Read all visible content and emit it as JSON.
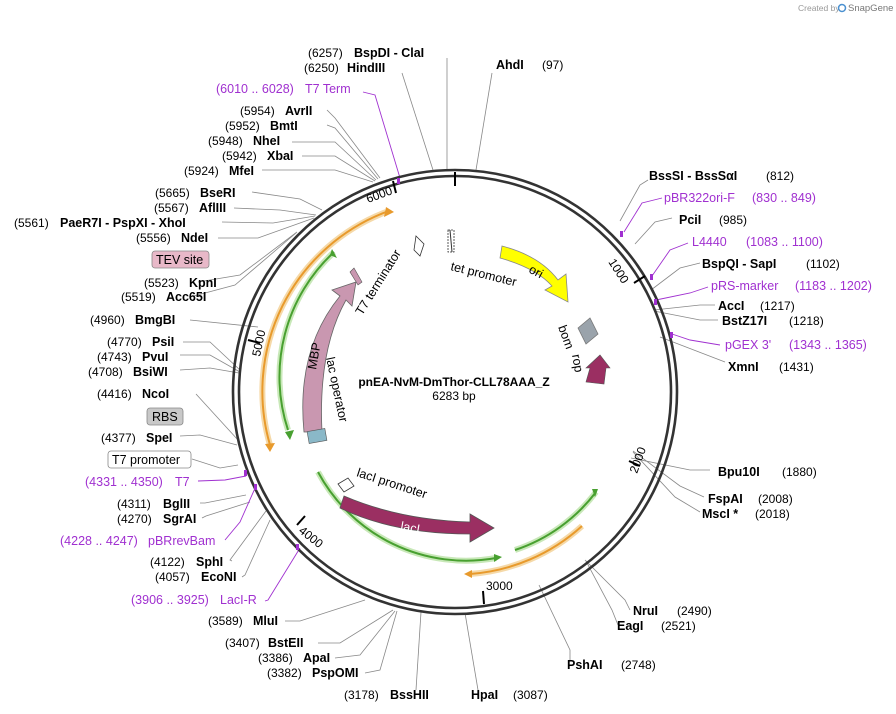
{
  "watermark": {
    "prefix": "Created by",
    "brand": "SnapGene"
  },
  "plasmid": {
    "name": "pnEA-NvM-DmThor-CLL78AAA_Z",
    "length": "6283 bp"
  },
  "ticks": [
    "1000",
    "2000",
    "3000",
    "4000",
    "5000",
    "6000"
  ],
  "features": {
    "ori": "ori",
    "lacI": "lacI",
    "MBP": "MBP",
    "tet_promoter": "tet promoter",
    "T7_terminator": "T7 terminator",
    "lac_operator": "lac operator",
    "bom": "bom",
    "rop": "rop",
    "lacI_promoter": "lacI promoter"
  },
  "sites": {
    "ahdI": {
      "name": "AhdI",
      "pos": "(97)"
    },
    "bssSI": {
      "name": "BssSI  -  BssSαI",
      "pos": "(812)"
    },
    "pciI": {
      "name": "PciI",
      "pos": "(985)"
    },
    "bspQI": {
      "name": "BspQI  -  SapI",
      "pos": "(1102)"
    },
    "accI": {
      "name": "AccI",
      "pos": "(1217)"
    },
    "bstZ17I": {
      "name": "BstZ17I",
      "pos": "(1218)"
    },
    "xmnI": {
      "name": "XmnI",
      "pos": "(1431)"
    },
    "bpu10I": {
      "name": "Bpu10I",
      "pos": "(1880)"
    },
    "fspAI": {
      "name": "FspAI",
      "pos": "(2008)"
    },
    "mscI": {
      "name": "MscI *",
      "pos": "(2018)"
    },
    "nruI": {
      "name": "NruI",
      "pos": "(2490)"
    },
    "eagI": {
      "name": "EagI",
      "pos": "(2521)"
    },
    "pshAI": {
      "name": "PshAI",
      "pos": "(2748)"
    },
    "hpaI": {
      "name": "HpaI",
      "pos": "(3087)"
    },
    "bssHII": {
      "name": "BssHII",
      "pos": "(3178)"
    },
    "pspOMI": {
      "name": "PspOMI",
      "pos": "(3382)"
    },
    "apaI": {
      "name": "ApaI",
      "pos": "(3386)"
    },
    "bstEII": {
      "name": "BstEII",
      "pos": "(3407)"
    },
    "mluI": {
      "name": "MluI",
      "pos": "(3589)"
    },
    "ecoNI": {
      "name": "EcoNI",
      "pos": "(4057)"
    },
    "sphI": {
      "name": "SphI",
      "pos": "(4122)"
    },
    "sgrAI": {
      "name": "SgrAI",
      "pos": "(4270)"
    },
    "bglII": {
      "name": "BglII",
      "pos": "(4311)"
    },
    "speI": {
      "name": "SpeI",
      "pos": "(4377)"
    },
    "ncoI": {
      "name": "NcoI",
      "pos": "(4416)"
    },
    "bsiWI": {
      "name": "BsiWI",
      "pos": "(4708)"
    },
    "pvuI": {
      "name": "PvuI",
      "pos": "(4743)"
    },
    "psiI": {
      "name": "PsiI",
      "pos": "(4770)"
    },
    "bmgBI": {
      "name": "BmgBI",
      "pos": "(4960)"
    },
    "acc65I": {
      "name": "Acc65I",
      "pos": "(5519)"
    },
    "kpnI": {
      "name": "KpnI",
      "pos": "(5523)"
    },
    "ndeI": {
      "name": "NdeI",
      "pos": "(5556)"
    },
    "paeR7I": {
      "name": "PaeR7I  -  PspXI  -  XhoI",
      "pos": "(5561)"
    },
    "aflIII": {
      "name": "AflIII",
      "pos": "(5567)"
    },
    "bseRI": {
      "name": "BseRI",
      "pos": "(5665)"
    },
    "mfeI": {
      "name": "MfeI",
      "pos": "(5924)"
    },
    "xbaI": {
      "name": "XbaI",
      "pos": "(5942)"
    },
    "nheI": {
      "name": "NheI",
      "pos": "(5948)"
    },
    "bmtI": {
      "name": "BmtI",
      "pos": "(5952)"
    },
    "avrII": {
      "name": "AvrII",
      "pos": "(5954)"
    },
    "hindIII": {
      "name": "HindIII",
      "pos": "(6250)"
    },
    "bspDI": {
      "name": "BspDI  -  ClaI",
      "pos": "(6257)"
    }
  },
  "primers": {
    "pBR322ori_F": {
      "name": "pBR322ori-F",
      "range": "(830 .. 849)"
    },
    "L4440": {
      "name": "L4440",
      "range": "(1083 .. 1100)"
    },
    "pRS_marker": {
      "name": "pRS-marker",
      "range": "(1183 .. 1202)"
    },
    "pGEX3": {
      "name": "pGEX 3'",
      "range": "(1343 .. 1365)"
    },
    "lacI_R": {
      "name": "LacI-R",
      "range": "(3906 .. 3925)"
    },
    "pBRrevBam": {
      "name": "pBRrevBam",
      "range": "(4228 .. 4247)"
    },
    "T7": {
      "name": "T7",
      "range": "(4331 .. 4350)"
    },
    "T7_Term": {
      "name": "T7 Term",
      "range": "(6010 .. 6028)"
    }
  },
  "boxed": {
    "tev": "TEV site",
    "rbs": "RBS",
    "t7prom": "T7 promoter"
  },
  "colors": {
    "ori": "#ffff00",
    "lacI": "#9b2f62",
    "MBP": "#c997b0",
    "rop": "#9b2f62",
    "bom": "#9aa3ab",
    "primer": "#a030d0",
    "orange_arc": "#f0a030",
    "green_arc": "#48a830"
  }
}
